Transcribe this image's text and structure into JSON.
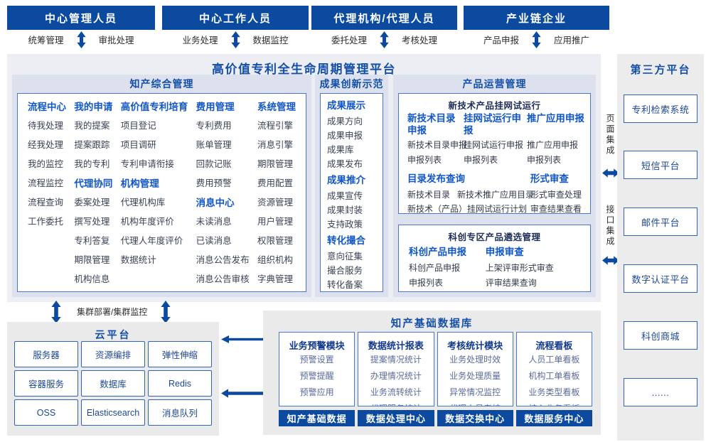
{
  "colors": {
    "primary_blue": "#0b4a9f",
    "bright_blue": "#1257c9",
    "title_blue": "#1450a8"
  },
  "actors": [
    {
      "title": "中心管理人员",
      "left": "统筹管理",
      "right": "审批处理"
    },
    {
      "title": "中心工作人员",
      "left": "业务处理",
      "right": "数据监控"
    },
    {
      "title": "代理机构/代理人员",
      "left": "委托处理",
      "right": "考核处理"
    },
    {
      "title": "产业链企业",
      "left": "产品申报",
      "right": "应用推广"
    }
  ],
  "platform_title": "高价值专利全生命周期管理平台",
  "ip": {
    "title": "知产综合管理",
    "cols": [
      {
        "groups": [
          {
            "t": "流程中心",
            "items": [
              "待我处理",
              "经我处理",
              "我的监控",
              "流程监控",
              "流程查询",
              "工作委托"
            ]
          }
        ]
      },
      {
        "groups": [
          {
            "t": "我的申请",
            "items": [
              "我的提案",
              "提案跟踪",
              "我的专利"
            ]
          },
          {
            "t": "代理协同",
            "items": [
              "委案处理",
              "撰写处理",
              "专利答复",
              "期限管理",
              "机构信息"
            ]
          }
        ]
      },
      {
        "groups": [
          {
            "t": "高价值专利培育",
            "items": [
              "项目登记",
              "项目调研",
              "专利申请衔接"
            ]
          },
          {
            "t": "机构管理",
            "items": [
              "代理机构库",
              "机构年度评价",
              "代理人年度评价",
              "数据统计"
            ]
          }
        ]
      },
      {
        "groups": [
          {
            "t": "费用管理",
            "items": [
              "专利费用",
              "账单管理",
              "回款记账",
              "费用预警"
            ]
          },
          {
            "t": "消息中心",
            "items": [
              "未读消息",
              "已读消息",
              "消息公告发布",
              "消息公告审核"
            ]
          }
        ]
      },
      {
        "groups": [
          {
            "t": "系统管理",
            "items": [
              "流程引擎",
              "消息引擎",
              "期限管理",
              "费用配置",
              "资源管理",
              "用户管理",
              "权限管理",
              "组织机构",
              "字典管理"
            ]
          }
        ]
      }
    ]
  },
  "achv": {
    "title": "成果创新示范",
    "groups": [
      {
        "t": "成果展示",
        "items": [
          "成果方向",
          "成果申报",
          "成果库",
          "成果发布"
        ]
      },
      {
        "t": "成果推介",
        "items": [
          "成果宣传",
          "成果封装",
          "支持政策"
        ]
      },
      {
        "t": "转化撮合",
        "items": [
          "意向征集",
          "撮合服务",
          "转化备案"
        ]
      }
    ]
  },
  "ops": {
    "title": "产品运营管理",
    "boxA": {
      "subtitle": "新技术产品挂网试运行",
      "cols": [
        {
          "t": "新技术目录申报",
          "items": [
            "新技术目录申报",
            "申报列表"
          ]
        },
        {
          "t": "挂网试运行申报",
          "items": [
            "挂网试运行申报",
            "申报列表"
          ]
        },
        {
          "t": "推广应用申报",
          "items": [
            "推广应用申报",
            "申报列表"
          ]
        }
      ],
      "catalog": {
        "t": "目录发布查询",
        "row1a": "新技术目录",
        "row1b": "新技术推广应用目录",
        "row2": "新技术（产品）挂网试运行计划"
      },
      "review": {
        "t": "形式审查",
        "items": [
          "形式审查处理",
          "审查结果查看"
        ]
      }
    },
    "boxB": {
      "subtitle": "科创专区产品遴选管理",
      "cols": [
        {
          "t": "科创产品申报",
          "items": [
            "科创产品申报",
            "申报列表"
          ]
        },
        {
          "t": "申报审查",
          "items": [
            "上架评审形式审查",
            "评审结果查询"
          ]
        }
      ]
    }
  },
  "third_party": {
    "title": "第三方平台",
    "page_integration": "页面集成",
    "api_integration": "接口集成",
    "items": [
      "专利检索系统",
      "短信平台",
      "邮件平台",
      "数字认证平台",
      "科创商城",
      "......"
    ]
  },
  "cluster_label": "集群部署/集群监控",
  "cloud": {
    "title": "云平台",
    "items": [
      "服务器",
      "资源编排",
      "弹性伸缩",
      "容器服务",
      "数据库",
      "Redis",
      "OSS",
      "Elasticsearch",
      "消息队列"
    ]
  },
  "db": {
    "title": "知产基础数据库",
    "modules": [
      {
        "t": "业务预警模块",
        "items": [
          "预警设置",
          "预警提醒",
          "预警应用"
        ]
      },
      {
        "t": "数据统计报表",
        "items": [
          "提案情况统计",
          "办理情况统计",
          "业务流转统计",
          "代理服务统计"
        ]
      },
      {
        "t": "考核统计模块",
        "items": [
          "业务处理时效",
          "业务处理质量",
          "异常情况监控",
          "代理人员考核"
        ]
      },
      {
        "t": "流程看板",
        "items": [
          "人员工单看板",
          "机构工单看板",
          "业务类型看板",
          "核心业务看板"
        ]
      }
    ],
    "badges": [
      "知产基础数据",
      "数据处理中心",
      "数据交换中心",
      "数据服务中心"
    ]
  }
}
